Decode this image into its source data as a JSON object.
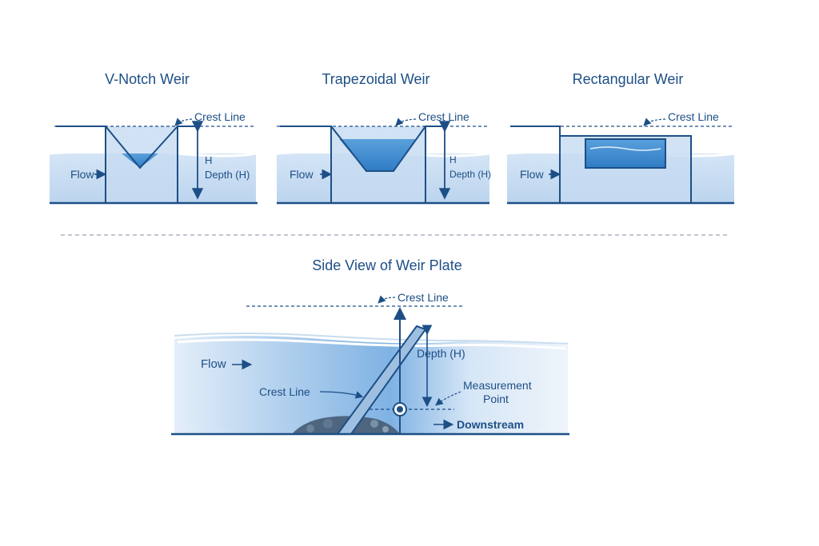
{
  "diagrams": [
    {
      "title": "V-Notch Weir",
      "crest_label": "Crest Line",
      "flow_label": "Flow",
      "h_label": "H",
      "depth_label": "Depth (H)"
    },
    {
      "title": "Trapezoidal Weir",
      "crest_label": "Crest Line",
      "flow_label": "Flow",
      "h_label": "H",
      "depth_label": "Depth (H)"
    },
    {
      "title": "Rectangular Weir",
      "crest_label": "Crest Line",
      "flow_label": "Flow"
    }
  ],
  "side_view": {
    "title": "Side View of Weir Plate",
    "crest_top_label": "Crest Line",
    "flow_label": "Flow",
    "crest_label": "Crest Line",
    "depth_label": "Depth (H)",
    "measurement_label_1": "Measurement",
    "measurement_label_2": "Point",
    "downstream_label": "Downstream"
  },
  "colors": {
    "ink": "#1d4f86",
    "water_light": "#dfeaf7",
    "water_mid": "#b8d2ee",
    "water_dark": "#4f95d3"
  }
}
